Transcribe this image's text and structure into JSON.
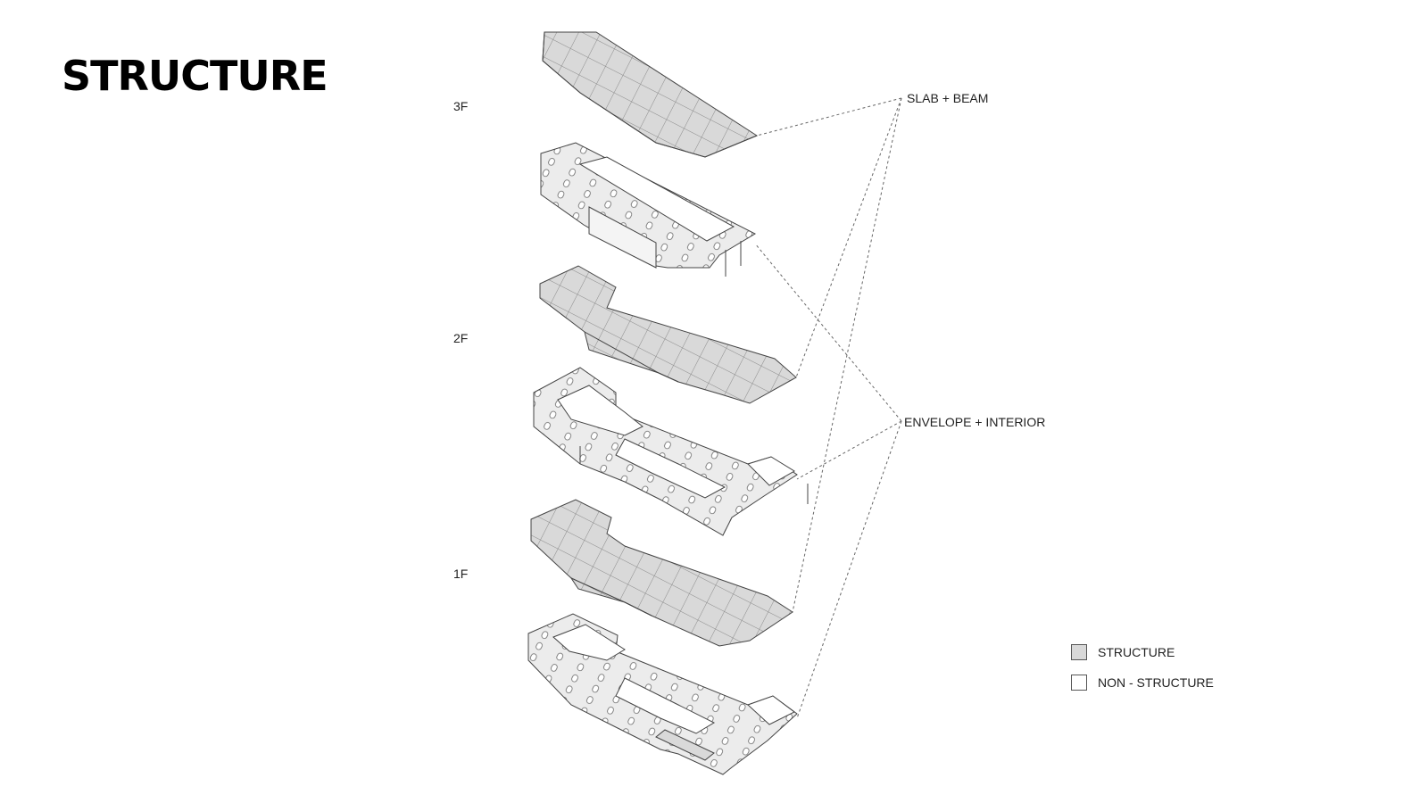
{
  "title": "STRUCTURE",
  "floors": [
    "3F",
    "2F",
    "1F"
  ],
  "callouts": {
    "slab": "SLAB + BEAM",
    "envelope": "ENVELOPE + INTERIOR"
  },
  "legend": {
    "structure": "STRUCTURE",
    "non_structure": "NON - STRUCTURE",
    "structure_color": "#d9d9d9",
    "non_structure_color": "#ffffff"
  }
}
